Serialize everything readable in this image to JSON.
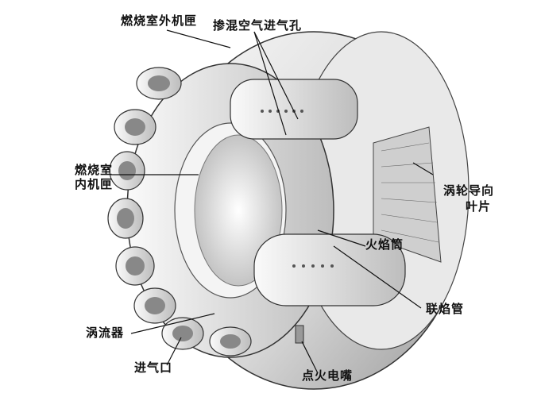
{
  "title": "Annular combustion chamber cutaway diagram",
  "colors": {
    "background": "#ffffff",
    "metal_light": "#eeeeee",
    "metal_mid": "#c8c8c8",
    "metal_dark": "#8a8a8a",
    "ink": "#1a1a1a"
  },
  "labels": {
    "outer_casing": "燃烧室外机匣",
    "dilution_holes": "掺混空气进气孔",
    "inner_casing_l1": "燃烧室",
    "inner_casing_l2": "内机匣",
    "turbine_vanes_l1": "涡轮导向",
    "turbine_vanes_l2": "叶片",
    "flame_tube": "火焰筒",
    "interconnector": "联焰管",
    "swirler": "涡流器",
    "air_inlet": "进气口",
    "igniter": "点火电嘴"
  }
}
